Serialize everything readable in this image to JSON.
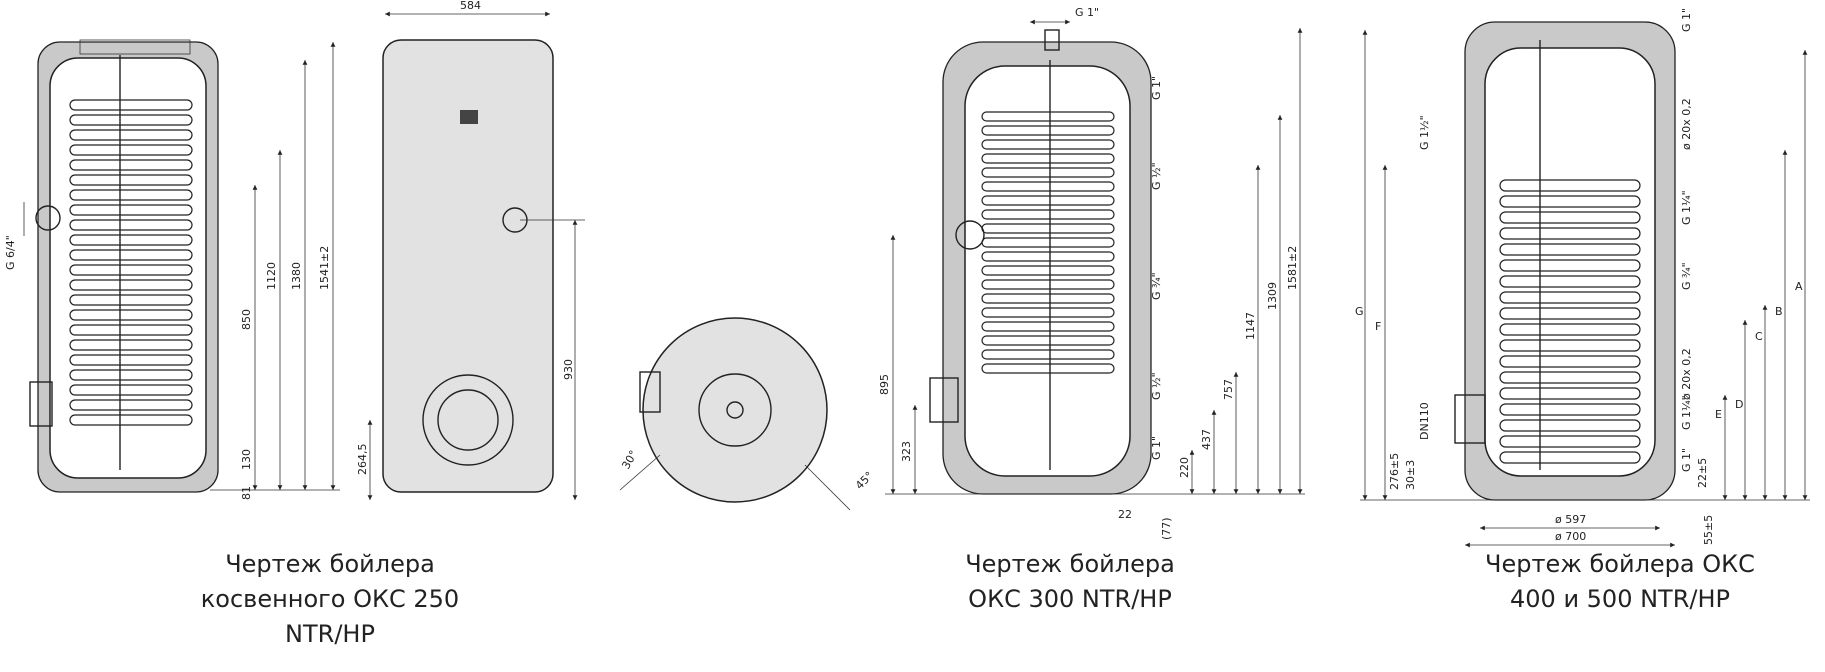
{
  "captions": {
    "okc250": [
      "Чертеж бойлера",
      "косвенного ОКС 250",
      "NTR/HP"
    ],
    "okc300": [
      "Чертеж бойлера",
      "ОКС 300 NTR/HP"
    ],
    "okc400": [
      "Чертеж бойлера ОКС",
      "400 и 500 NTR/HP"
    ]
  },
  "okc250": {
    "dims": {
      "g64": "G 6/4\"",
      "d1541": "1541±2",
      "d1380": "1380",
      "d1120": "1120",
      "d850": "850",
      "d130": "130",
      "d81": "81"
    }
  },
  "front": {
    "width": "584",
    "d930": "930",
    "d2645": "264,5"
  },
  "top": {
    "a30": "30°",
    "a45": "45°"
  },
  "okc300": {
    "dims": {
      "g1top": "G 1\"",
      "g1a": "G 1\"",
      "g12a": "G ½\"",
      "g34": "G ¾\"",
      "g12b": "G ½\"",
      "g1b": "G 1\"",
      "d1581": "1581±2",
      "d1309": "1309",
      "d1147": "1147",
      "d895": "895",
      "d757": "757",
      "d437": "437",
      "d323": "323",
      "d220": "220",
      "d22": "22",
      "d77": "(77)"
    }
  },
  "okc400": {
    "dims": {
      "g1top": "G 1\"",
      "g112": "G 1½\"",
      "o20a": "ø 20x 0,2",
      "g114a": "G 1¼\"",
      "g34": "G ¾\"",
      "o20b": "ø 20x 0,2",
      "g114b": "G 1¼\"",
      "g1b": "G 1\"",
      "dn110": "DN110",
      "d276": "276±5",
      "d30": "30±3",
      "d22": "22±5",
      "d597": "ø 597",
      "d700": "ø 700",
      "d55": "55±5",
      "A": "A",
      "B": "B",
      "C": "C",
      "D": "D",
      "E": "E",
      "F": "F",
      "G": "G"
    }
  }
}
